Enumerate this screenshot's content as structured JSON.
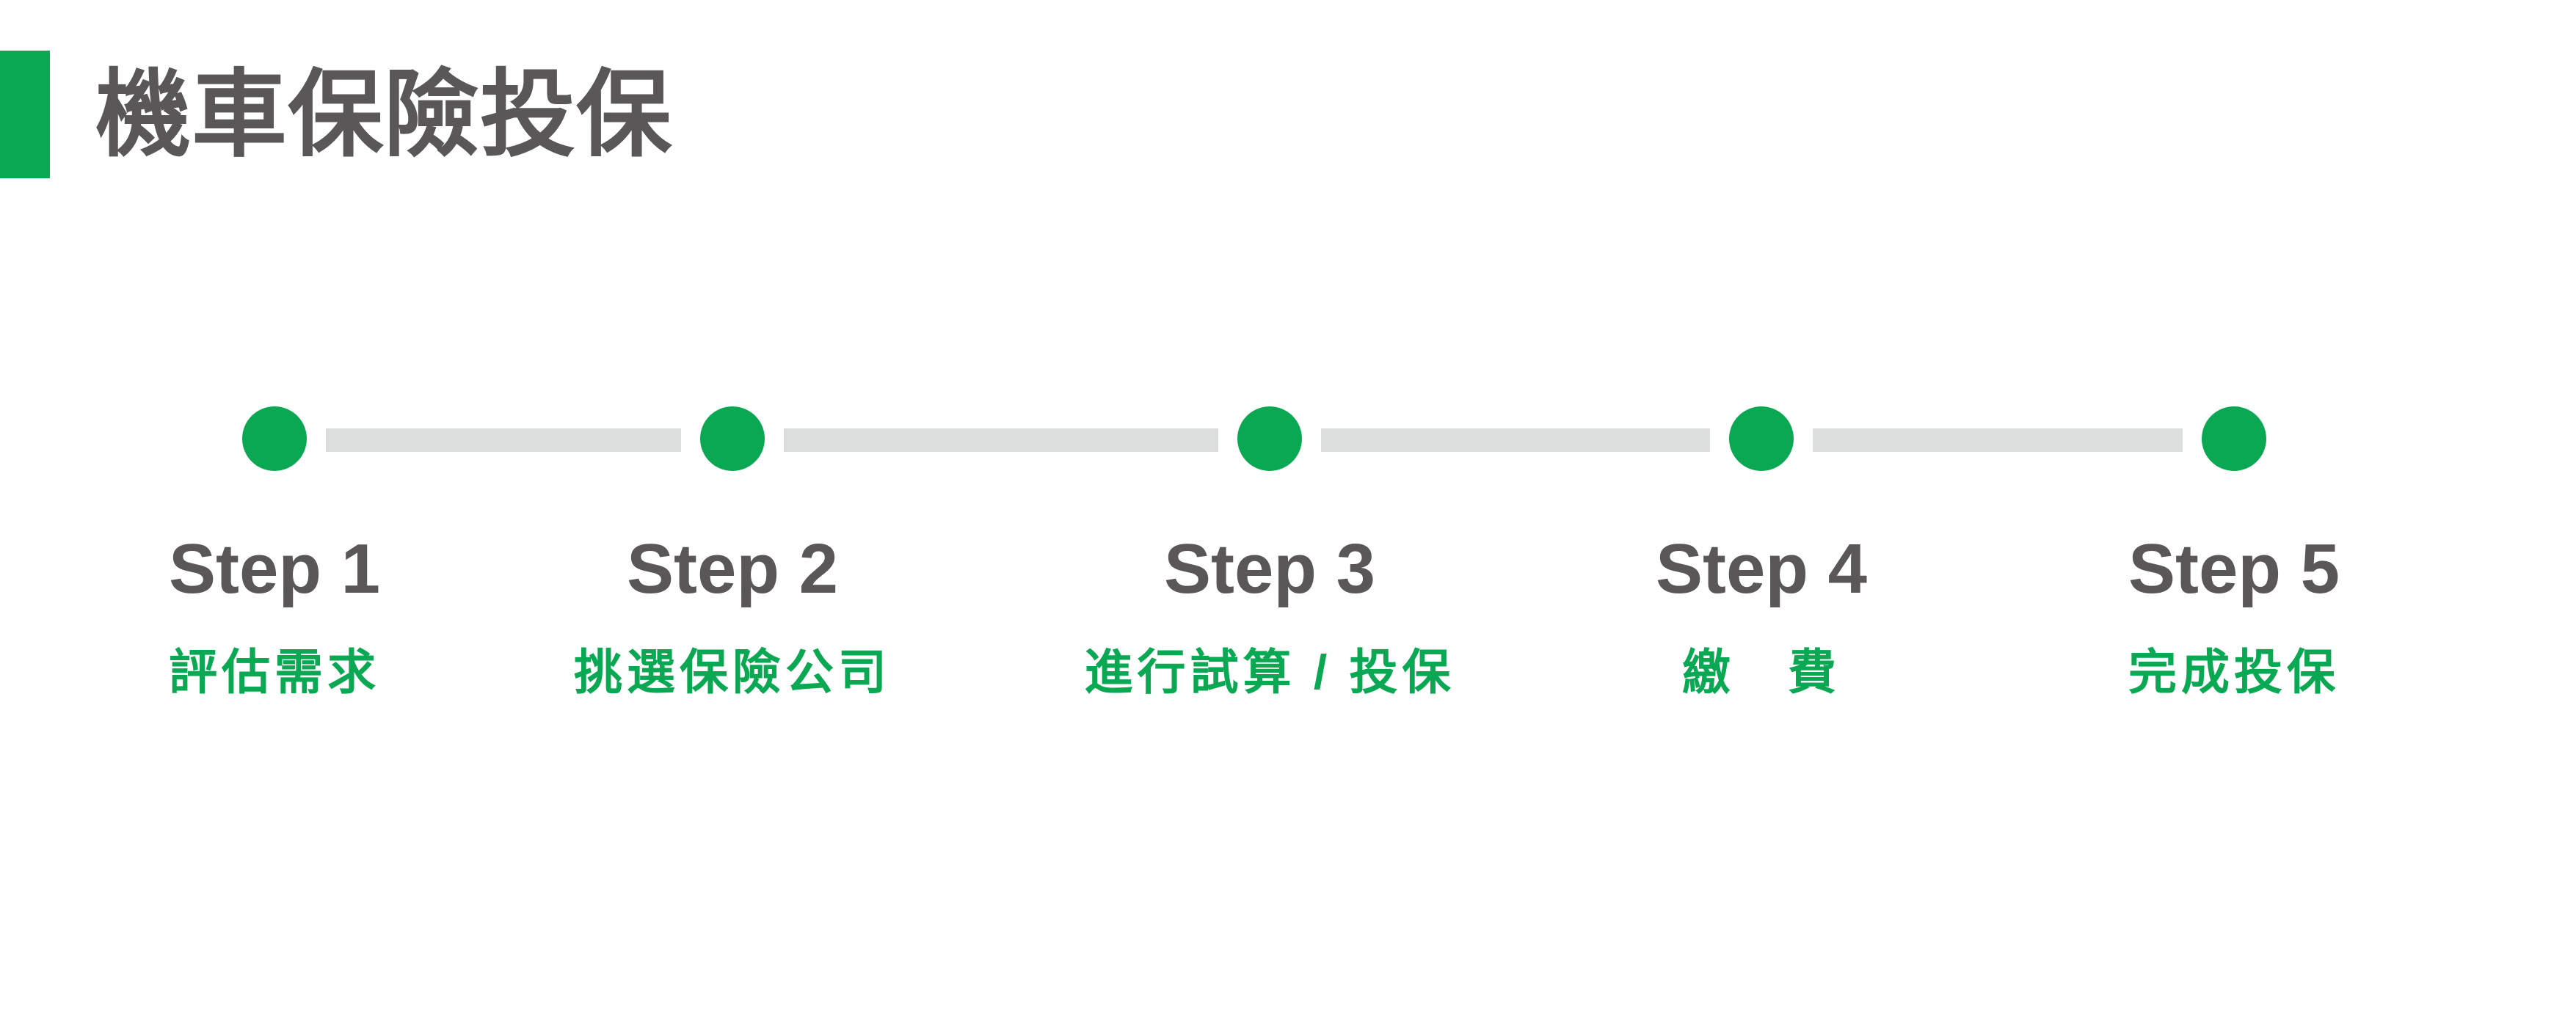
{
  "header": {
    "title": "機車保險投保"
  },
  "colors": {
    "green": "#0aa853",
    "gray_line": "#dcdddd",
    "text_dark": "#595757",
    "background": "#ffffff"
  },
  "timeline": {
    "steps": [
      {
        "label": "Step 1",
        "caption": "評估需求"
      },
      {
        "label": "Step 2",
        "caption": "挑選保險公司"
      },
      {
        "label": "Step 3",
        "caption": "進行試算 / 投保"
      },
      {
        "label": "Step 4",
        "caption": "繳　費"
      },
      {
        "label": "Step 5",
        "caption": "完成投保"
      }
    ]
  }
}
